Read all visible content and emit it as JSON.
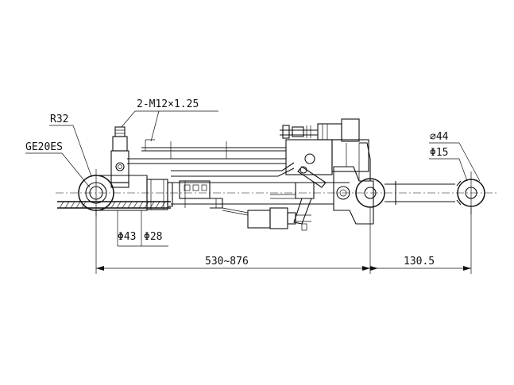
{
  "labels": {
    "thread_callout": "2-M12×1.25",
    "radius_callout": "R32",
    "bearing_callout": "GE20ES",
    "outer_dia_callout": "⌀44",
    "inner_dia_callout": "Φ15",
    "rod_dia_1": "Φ43",
    "rod_dia_2": "Φ28",
    "length_range": "530~876",
    "end_offset": "130.5"
  },
  "colors": {
    "line": "#111111",
    "background": "#ffffff"
  }
}
